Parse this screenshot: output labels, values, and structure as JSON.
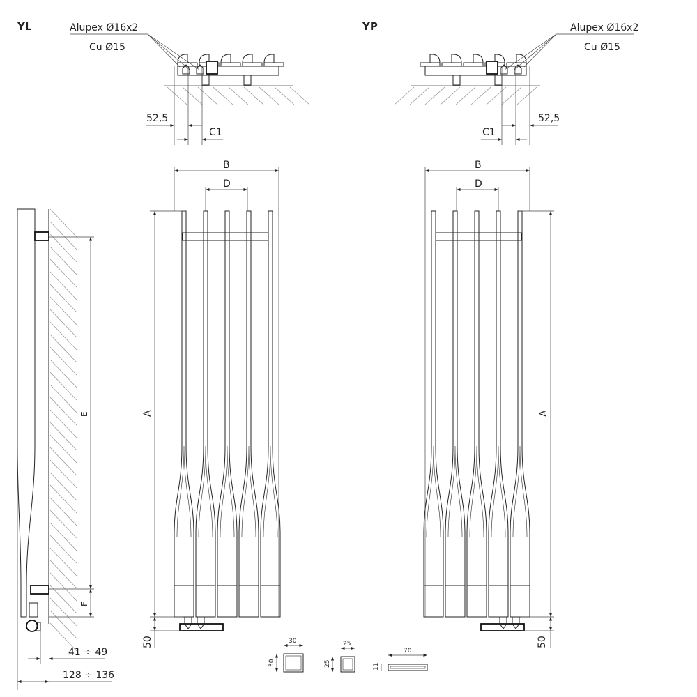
{
  "labels": {
    "variant_left": "YL",
    "variant_right": "YP",
    "pipe_alupex": "Alupex Ø16x2",
    "pipe_cu": "Cu Ø15"
  },
  "dimensions": {
    "offset": "52,5",
    "c1": "C1",
    "width_b": "B",
    "spacing_d": "D",
    "height_a": "A",
    "axis_e": "E",
    "axis_f": "F",
    "valve_height": "50",
    "wall_distance_small": "41 ÷ 49",
    "wall_distance_large": "128 ÷ 136"
  },
  "profiles": [
    {
      "width": "30",
      "height": "30"
    },
    {
      "width": "25",
      "height": "25"
    },
    {
      "width": "70",
      "height": "11"
    }
  ],
  "colors": {
    "line": "#222222",
    "hatch": "#999999"
  }
}
